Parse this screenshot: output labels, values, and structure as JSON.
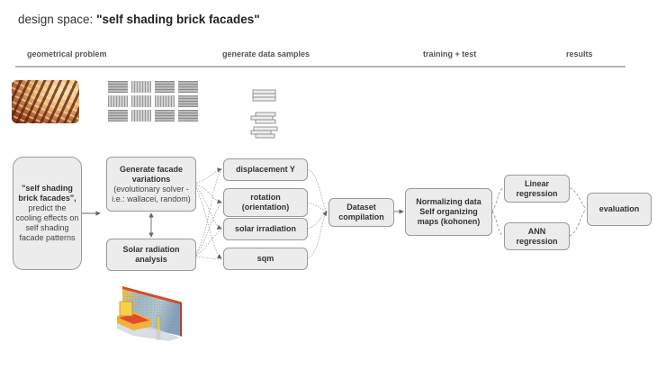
{
  "title": {
    "prefix": "design space: ",
    "emphasis": "\"self shading brick facades\""
  },
  "stages": [
    {
      "label": "geometrical problem"
    },
    {
      "label": "generate data samples"
    },
    {
      "label": "training +  test"
    },
    {
      "label": "results"
    }
  ],
  "images": {
    "brick_photo": "brick-facade-photo",
    "variation_grid": "facade-variation-grid",
    "brick_icons": "brick-sample-icons",
    "radiation_render": "solar-radiation-render"
  },
  "nodes": {
    "problem": {
      "bold": "\"self shading brick facades\",",
      "normal": "predict the cooling effects on self shading facade patterns"
    },
    "generate": {
      "bold": "Generate facade variations",
      "normal": "(evolutionary solver - i.e.: wallacei, random)"
    },
    "solar": {
      "bold": "Solar radiation analysis"
    },
    "displacement": {
      "bold": "displacement Y"
    },
    "rotation": {
      "bold": "rotation (orientation)"
    },
    "irradiation": {
      "bold": "solar irradiation"
    },
    "sqm": {
      "bold": "sqm"
    },
    "dataset": {
      "bold": "Dataset compilation"
    },
    "normalizing": {
      "bold": "Normalizing data Self organizing maps (kohonen)"
    },
    "linear": {
      "bold": "Linear regression"
    },
    "ann": {
      "bold": "ANN regression"
    },
    "evaluation": {
      "bold": "evaluation"
    }
  },
  "colors": {
    "box_fill": "#ececec",
    "box_border": "#9a9a9a",
    "connector": "#999999",
    "rule": "#b5b5b5"
  }
}
